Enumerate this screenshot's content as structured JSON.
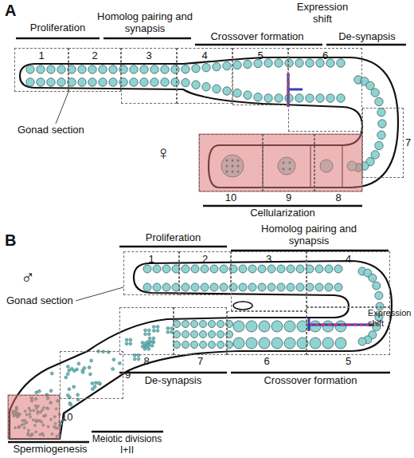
{
  "diagram": {
    "nodes": [
      {
        "text": [
          "1"
        ]
      },
      {
        "text": [
          "2"
        ]
      },
      {
        "text": [
          "3"
        ]
      },
      {
        "text": [
          "4"
        ]
      },
      {
        "text": [
          "5"
        ]
      },
      {
        "text": [
          "6"
        ]
      },
      {
        "text": [
          "7"
        ]
      },
      {
        "text": [
          "10"
        ]
      },
      {
        "text": [
          "9"
        ]
      },
      {
        "text": [
          "8"
        ]
      },
      {
        "text": [
          "1"
        ]
      },
      {
        "text": [
          "2"
        ]
      },
      {
        "text": [
          "3"
        ]
      },
      {
        "text": [
          "4"
        ]
      },
      {
        "text": [
          "10"
        ]
      },
      {
        "text": [
          "9"
        ]
      },
      {
        "text": [
          "8"
        ]
      },
      {
        "text": [
          "7"
        ]
      },
      {
        "text": [
          "6"
        ]
      },
      {
        "text": [
          "5"
        ]
      }
    ],
    "labels": [
      "A",
      "Proliferation",
      "Homolog pairing and synapsis",
      "Crossover formation",
      "De-synapsis",
      "Expression shift",
      "Gonad section",
      "♀",
      "Cellularization",
      "B",
      "Proliferation",
      "Homolog pairing and synapsis",
      "Gonad section",
      "♂",
      "Expression shift",
      "De-synapsis",
      "Crossover formation",
      "Meiotic divisions I+II",
      "Spermiogenesis"
    ]
  }
}
